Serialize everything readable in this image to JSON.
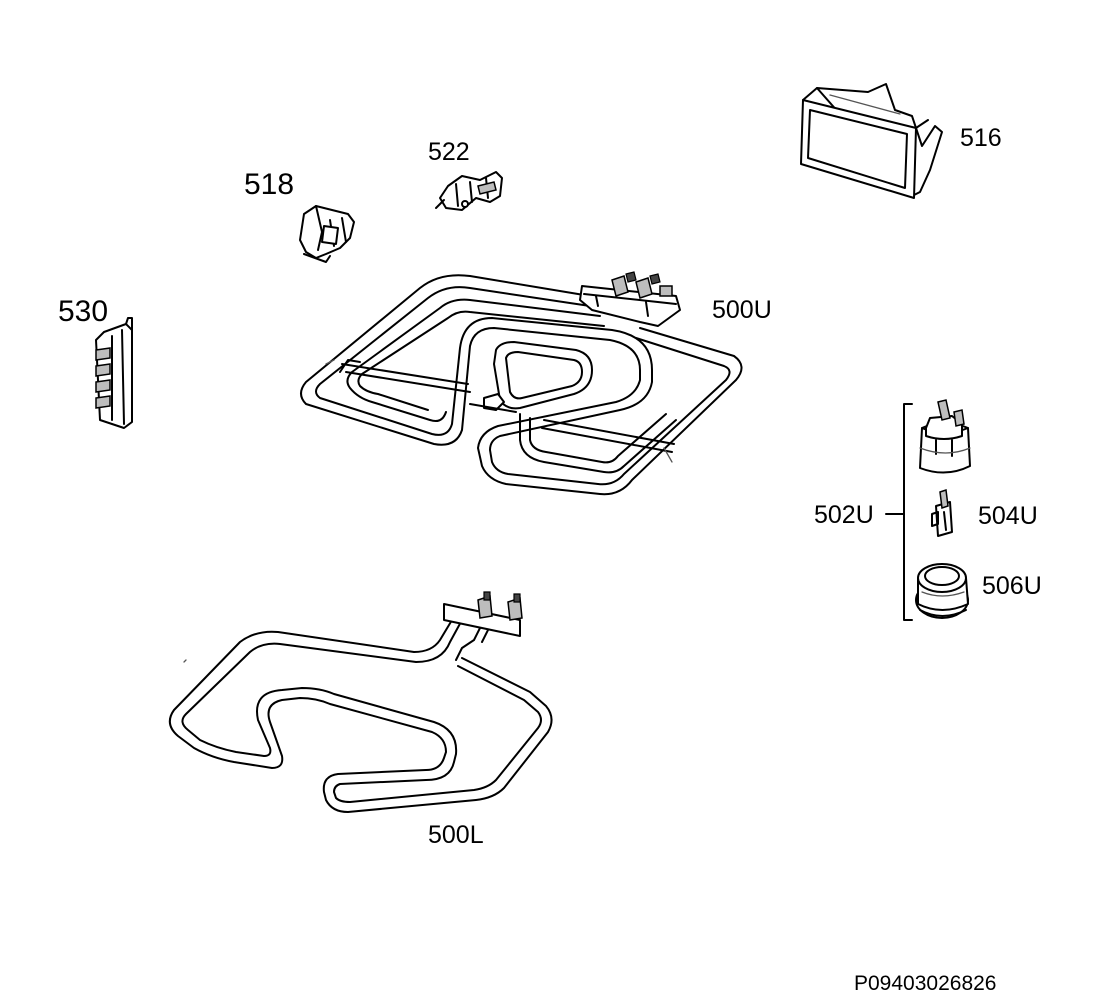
{
  "labels": {
    "p516": "516",
    "p522": "522",
    "p518": "518",
    "p530": "530",
    "p500U": "500U",
    "p502U": "502U",
    "p504U": "504U",
    "p506U": "506U",
    "p500L": "500L"
  },
  "reference": "P09403026826"
}
